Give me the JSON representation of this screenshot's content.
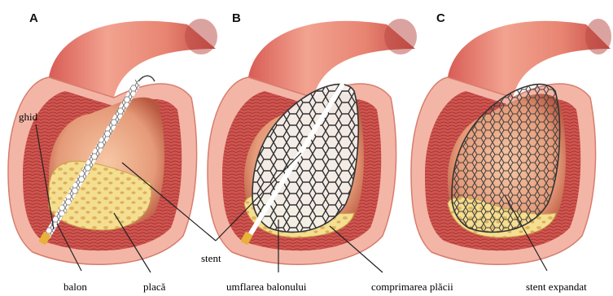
{
  "panels": [
    {
      "letter": "A"
    },
    {
      "letter": "B"
    },
    {
      "letter": "C"
    }
  ],
  "labels": {
    "ghid": "ghid",
    "stent": "stent",
    "balon": "balon",
    "placa": "placă",
    "umflarea": "umflarea balonului",
    "comprimarea": "comprimarea plăcii",
    "stent_expandat": "stent expandat"
  },
  "colors": {
    "artery_outer": "#e8897a",
    "artery_light": "#f6c6b8",
    "muscle_wall": "#c94a45",
    "plaque": "#f3dc8a",
    "stent_mesh": "#333333",
    "balloon": "#f4f1ee"
  }
}
